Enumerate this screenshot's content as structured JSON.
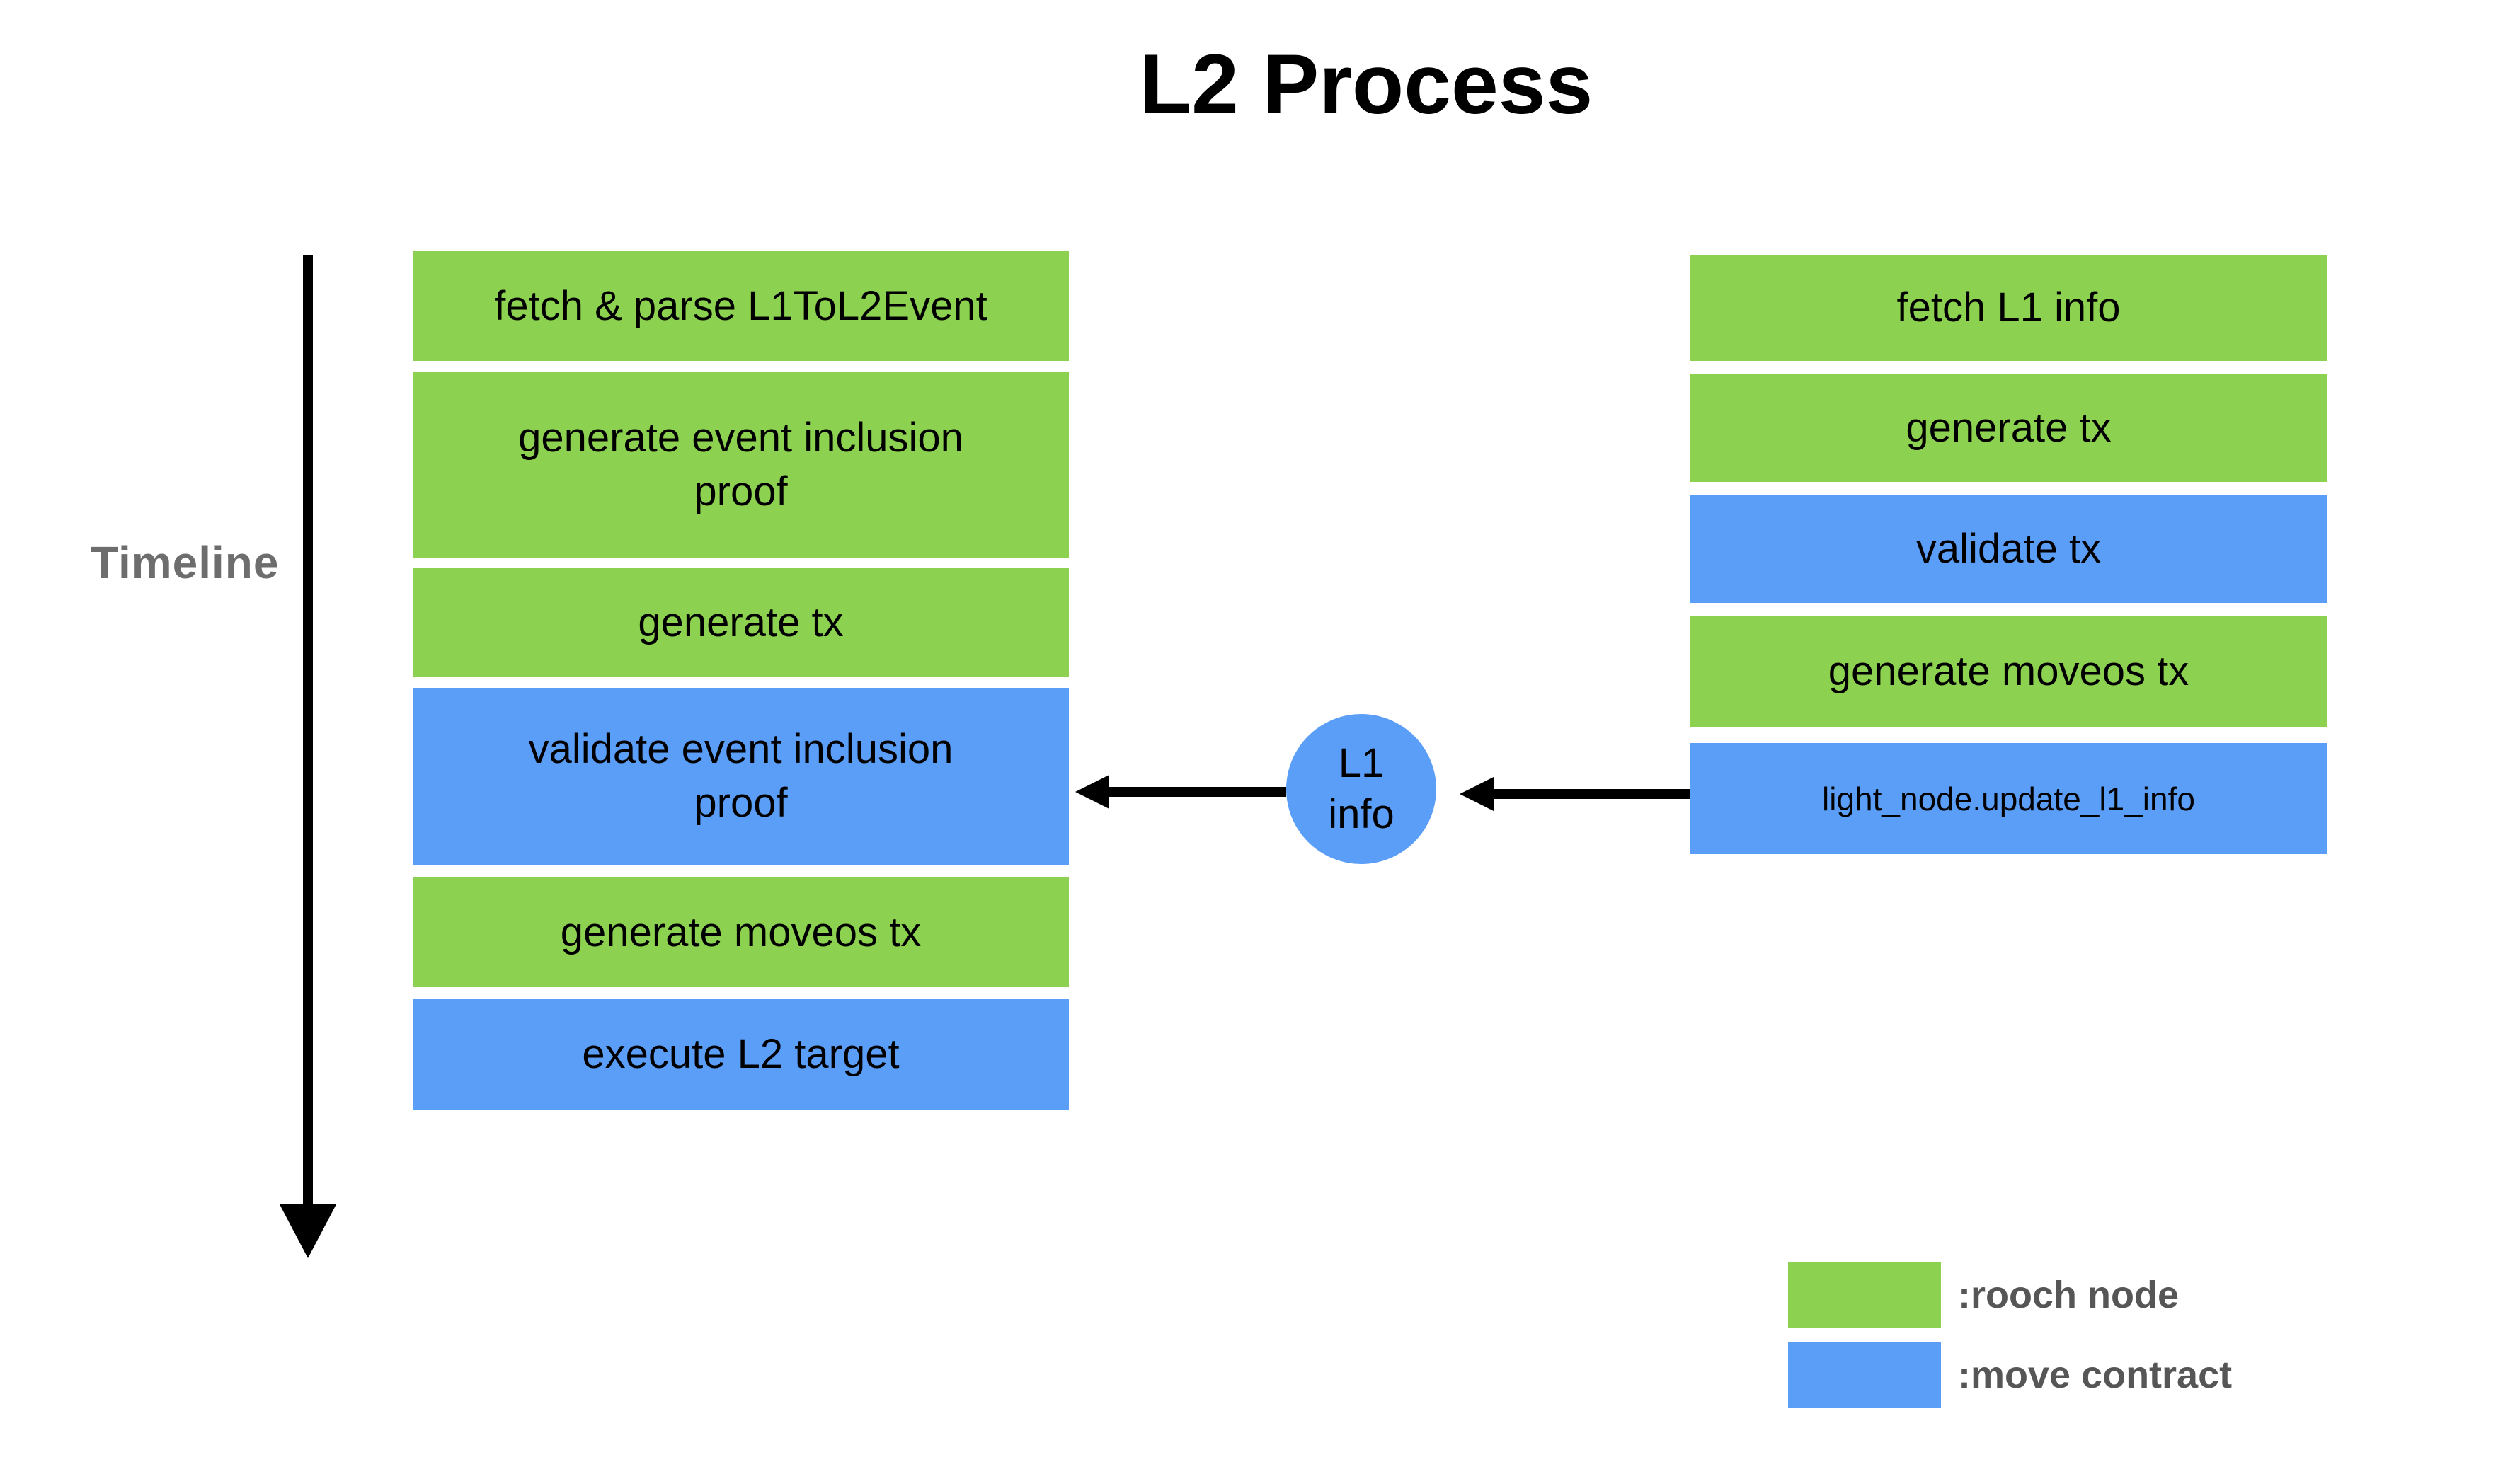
{
  "title": "L2 Process",
  "timeline": {
    "label": "Timeline"
  },
  "left_column": {
    "boxes": [
      {
        "label": "fetch & parse L1ToL2Event",
        "type": "green"
      },
      {
        "label": "generate event inclusion proof",
        "type": "green"
      },
      {
        "label": "generate tx",
        "type": "green"
      },
      {
        "label": "validate event inclusion proof",
        "type": "blue"
      },
      {
        "label": "generate moveos tx",
        "type": "green"
      },
      {
        "label": "execute L2 target",
        "type": "blue"
      }
    ]
  },
  "right_column": {
    "boxes": [
      {
        "label": "fetch L1 info",
        "type": "green"
      },
      {
        "label": "generate tx",
        "type": "green"
      },
      {
        "label": "validate tx",
        "type": "blue"
      },
      {
        "label": "generate moveos tx",
        "type": "green"
      },
      {
        "label": "light_node.update_l1_info",
        "type": "blue"
      }
    ]
  },
  "connector": {
    "circle_line1": "L1",
    "circle_line2": "info"
  },
  "legend": {
    "items": [
      {
        "label": ":rooch node",
        "type": "green"
      },
      {
        "label": ":move contract",
        "type": "blue"
      }
    ]
  },
  "colors": {
    "green": "#8cd14f",
    "blue": "#5b9ef7",
    "arrow_black": "#000000",
    "timeline_gray": "#6d6d6d",
    "legend_text_gray": "#565656"
  }
}
